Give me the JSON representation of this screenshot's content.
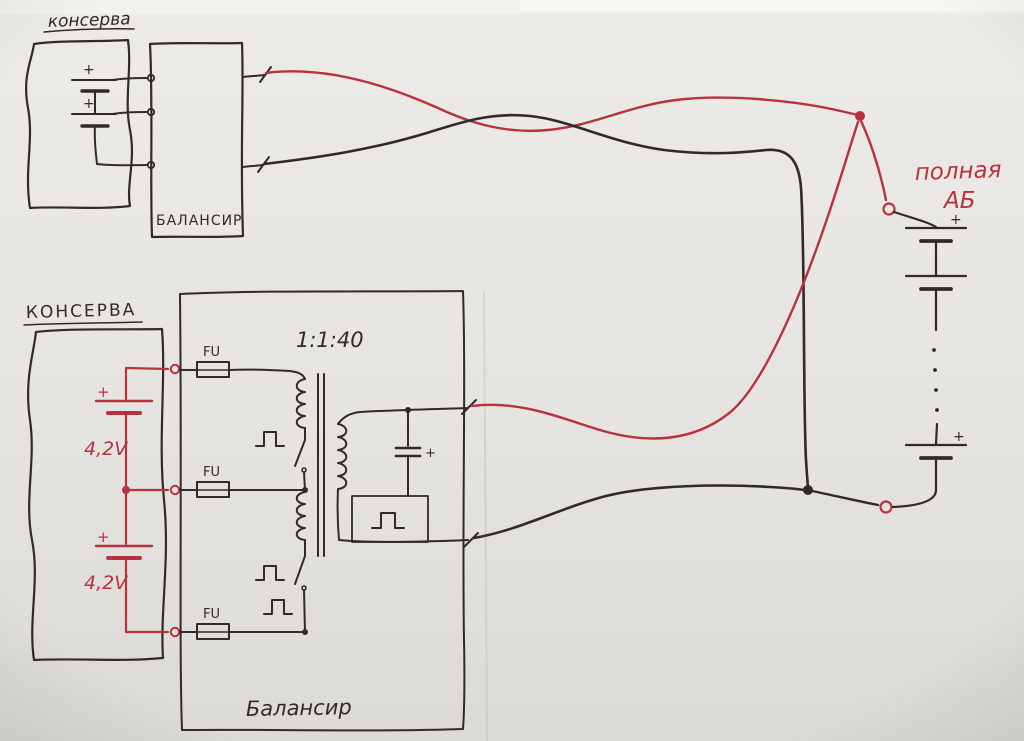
{
  "title": "Hand-drawn battery balancer wiring schematic",
  "colors": {
    "paper": "#e8e6e2",
    "ink_black": "#2f2b27",
    "ink_red": "#b8323d"
  },
  "diagram": {
    "top_section": {
      "can_label": "консерва",
      "balancer_label": "БАЛАНСИР"
    },
    "bottom_section": {
      "can_label": "КОНСЕРВА",
      "balancer_label": "Балансир",
      "ratio_label": "1:1:40",
      "fuse_labels": [
        "FU",
        "FU",
        "FU"
      ],
      "cell_voltages": [
        "4,2V",
        "4,2V"
      ]
    },
    "right_section": {
      "battery_label_line1": "полная",
      "battery_label_line2": "АБ"
    },
    "symbols": {
      "plus": "+"
    }
  }
}
